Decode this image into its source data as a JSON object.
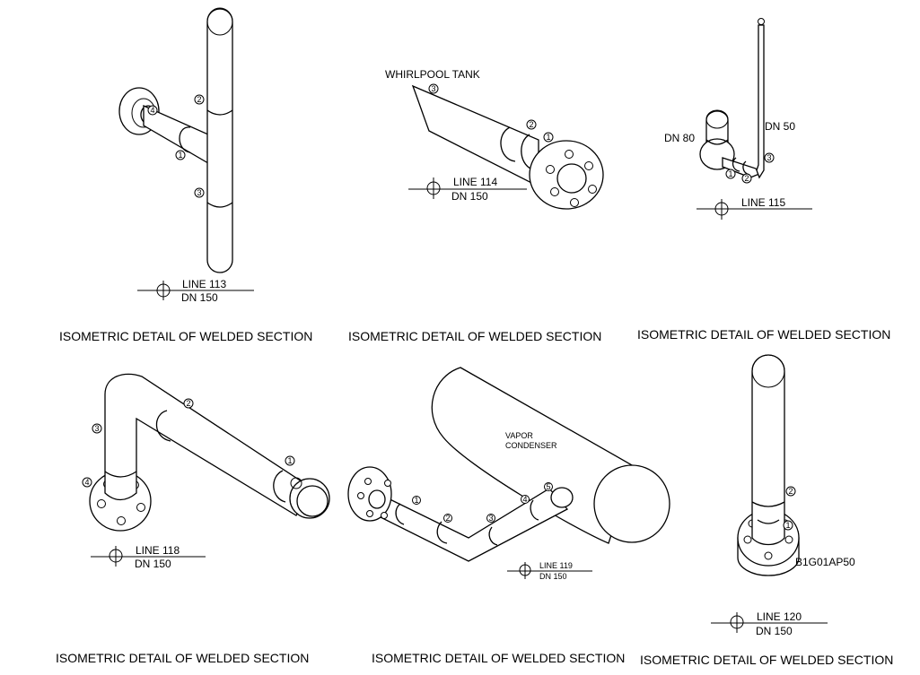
{
  "details": [
    {
      "id": "d113",
      "caption": "ISOMETRIC DETAIL OF WELDED SECTION",
      "line_label": "LINE 113",
      "size_label": "DN 150",
      "callouts": [
        "1",
        "2",
        "3",
        "4"
      ]
    },
    {
      "id": "d114",
      "caption": "ISOMETRIC DETAIL OF WELDED SECTION",
      "line_label": "LINE 114",
      "size_label": "DN 150",
      "equipment_label": "WHIRLPOOL TANK",
      "callouts": [
        "1",
        "2",
        "3"
      ]
    },
    {
      "id": "d115",
      "caption": "ISOMETRIC DETAIL OF WELDED SECTION",
      "line_label": "LINE 115",
      "size_labels": [
        "DN 80",
        "DN 50"
      ],
      "callouts": [
        "1",
        "2",
        "3"
      ]
    },
    {
      "id": "d118",
      "caption": "ISOMETRIC DETAIL OF WELDED SECTION",
      "line_label": "LINE 118",
      "size_label": "DN 150",
      "callouts": [
        "1",
        "2",
        "3",
        "4"
      ]
    },
    {
      "id": "d119",
      "caption": "ISOMETRIC DETAIL OF WELDED SECTION",
      "line_label": "LINE 119",
      "size_label": "DN 150",
      "equipment_label_lines": [
        "VAPOR",
        "CONDENSER"
      ],
      "callouts": [
        "1",
        "2",
        "3",
        "4",
        "5"
      ]
    },
    {
      "id": "d120",
      "caption": "ISOMETRIC DETAIL OF WELDED SECTION",
      "line_label": "LINE 120",
      "size_label": "DN 150",
      "tag_label": "B1G01AP50",
      "callouts": [
        "1",
        "2"
      ]
    }
  ]
}
